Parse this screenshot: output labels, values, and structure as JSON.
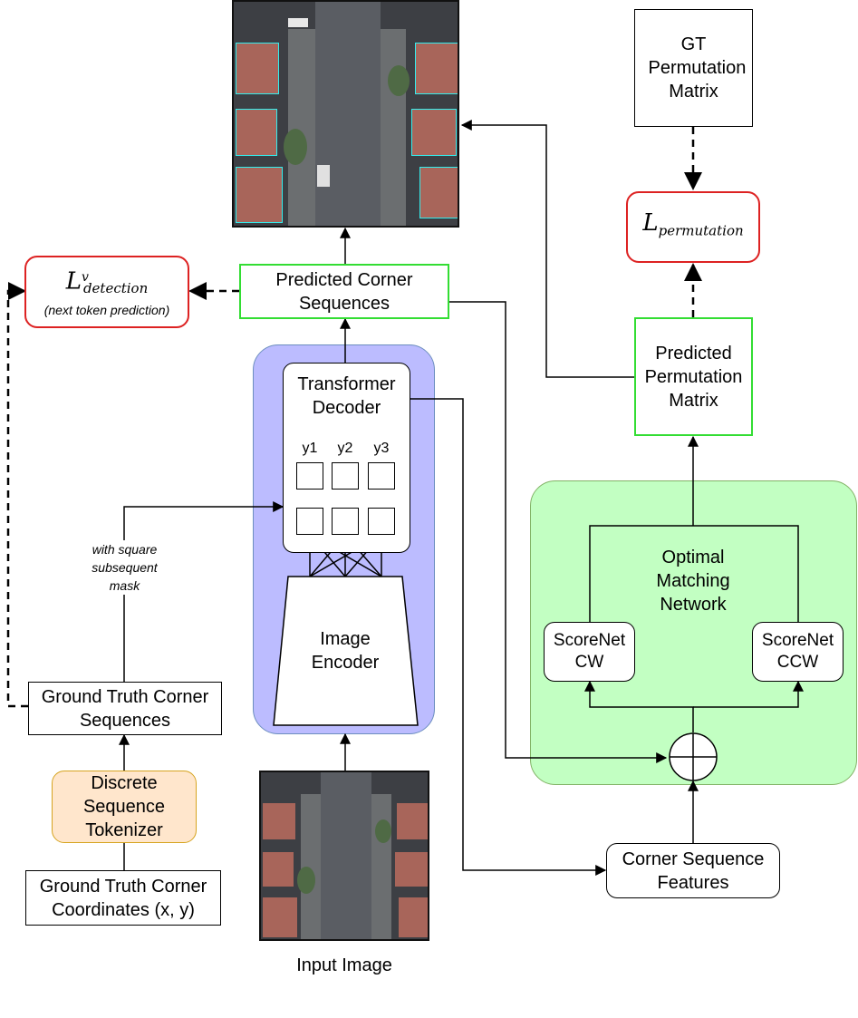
{
  "nodes": {
    "gt_permutation": "GT Permutation Matrix",
    "loss_permutation_base": "L",
    "loss_permutation_sub": "permutation",
    "loss_detection_base": "L",
    "loss_detection_sup": "v",
    "loss_detection_sub": "detection",
    "loss_detection_note": "(next token prediction)",
    "predicted_corner": "Predicted Corner Sequences",
    "transformer_decoder": "Transformer Decoder",
    "y1": "y1",
    "y2": "y2",
    "y3": "y3",
    "image_encoder": "Image Encoder",
    "predicted_permutation": "Predicted Permutation Matrix",
    "optimal_matching": "Optimal Matching Network",
    "scorenet_cw": "ScoreNet CW",
    "scorenet_ccw": "ScoreNet CCW",
    "mask_note": "with square subsequent mask",
    "gt_corner_sequences": "Ground Truth Corner Sequences",
    "tokenizer": "Discrete Sequence Tokenizer",
    "gt_corner_coords": "Ground Truth Corner Coordinates (x, y)",
    "corner_features": "Corner Sequence Features",
    "input_image_caption": "Input Image"
  },
  "colors": {
    "encoder_region": "#bcbcff",
    "matching_region": "#c2ffc2",
    "prediction_border": "#33dd33",
    "loss_border": "#dd2222",
    "tokenizer_fill": "#ffe6cc"
  }
}
